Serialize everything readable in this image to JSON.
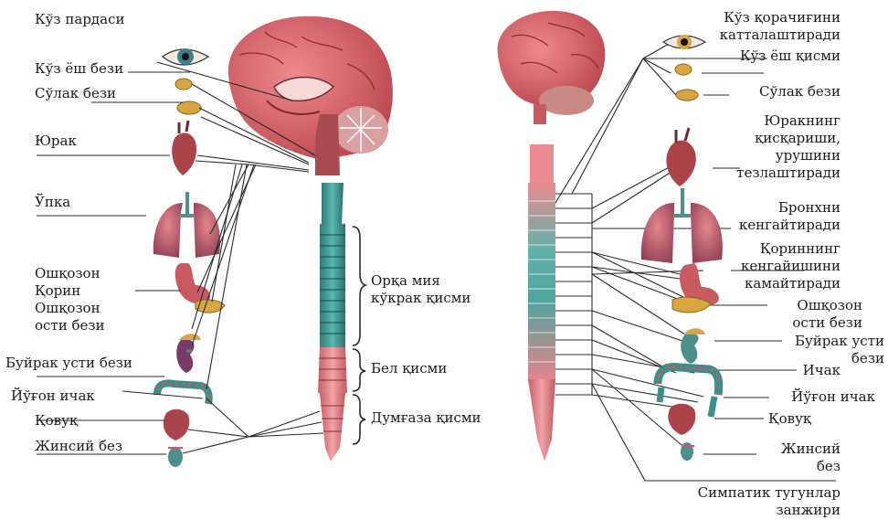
{
  "left_panel": {
    "labels": [
      "Кўз пардаси",
      "Кўз ёш бези",
      "Сўлак бези",
      "Юрак",
      "Ўпка",
      [
        "Ошқозон",
        "Қорин",
        "Ошқозон",
        "ости бези"
      ],
      "Буйрак усти бези",
      "Йўғон ичак",
      "Қовуқ",
      "Жинсий без"
    ],
    "spine_labels": [
      [
        "Орқа мия",
        "кўкрак қисми"
      ],
      "Бел қисми",
      "Думғаза қисми"
    ]
  },
  "right_panel": {
    "labels": [
      [
        "Кўз қорачиғини",
        "катталаштиради"
      ],
      "Кўз ёш қисми",
      "Сўлак бези",
      [
        "Юракнинг",
        "қисқариши,",
        "урушини",
        "тезлаштиради"
      ],
      [
        "Бронхни",
        "кенгайтиради"
      ],
      [
        "Қориннинг",
        "кенгайишини",
        "камайтиради"
      ],
      [
        "Ошқозон",
        "ости бези"
      ],
      [
        "Буйрак усти",
        "бези"
      ],
      "Ичак",
      "Йўғон ичак",
      "Қовуқ",
      [
        "Жинсий",
        "без"
      ],
      [
        "Симпатик тугунлар",
        "занжири"
      ]
    ]
  },
  "colors": {
    "brain": "#d9646a",
    "brain_dark": "#9e3c43",
    "cerebellum": "#c98a86",
    "spinal_cord": "#3f9c95",
    "spinal_cord_pink": "#e68a8f",
    "organ_red": "#b84a4f",
    "lung": "#cf6a72",
    "gland_yellow": "#d7a640",
    "eye_teal": "#3f7f8c",
    "line": "#2a2a2a"
  }
}
